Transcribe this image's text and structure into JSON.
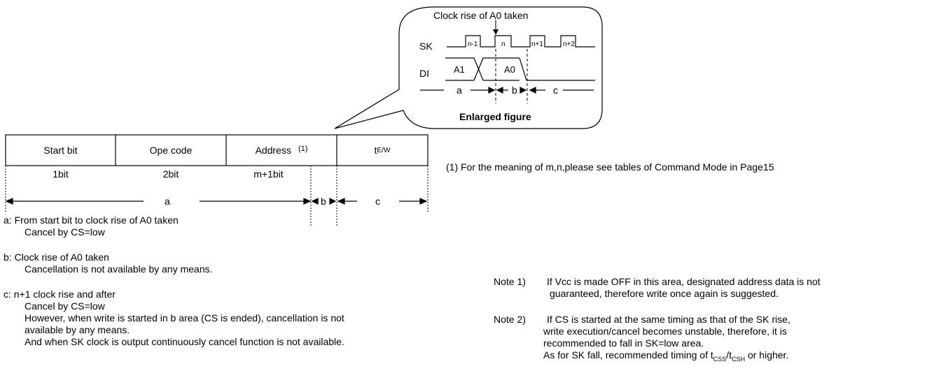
{
  "enlarged": {
    "title": "Clock rise of A0 taken",
    "sk_label": "SK",
    "di_label": "DI",
    "pulses": [
      "n-1",
      "n",
      "n+1",
      "n+2"
    ],
    "di_a1": "A1",
    "di_a0": "A0",
    "seg_a": "a",
    "seg_b": "b",
    "seg_c": "c",
    "caption": "Enlarged figure"
  },
  "frame": {
    "start_bit": "Start bit",
    "ope_code": "Ope code",
    "address": "Address",
    "address_note": "(1)",
    "tew_main": "t",
    "tew_sub": "E/W",
    "bits": [
      "1bit",
      "2bit",
      "m+1bit"
    ]
  },
  "segments": {
    "a": "a",
    "b": "b",
    "c": "c"
  },
  "footnote": "(1) For the meaning of m,n,please see tables of Command Mode in Page15",
  "descriptions": {
    "a_title": "a: From start bit to clock rise of A0 taken",
    "a_line1": "Cancel by CS=low",
    "b_title": "b: Clock rise of A0 taken",
    "b_line1": "Cancellation is not available by any means.",
    "c_title": "c: n+1 clock rise and after",
    "c_line1": "Cancel by CS=low",
    "c_line2": "However, when write is started in b area (CS is ended), cancellation is not",
    "c_line3": "available by any means.",
    "c_line4": "And when SK clock is output continuously cancel function is not available."
  },
  "notes": {
    "n1_label": "Note 1)",
    "n1_line1": "If Vcc is made OFF in this area, designated address data is not",
    "n1_line2": "guaranteed, therefore write once again is suggested.",
    "n2_label": "Note 2)",
    "n2_line1": "If CS is started at the same timing as that of the SK rise,",
    "n2_line2": "write execution/cancel becomes unstable, therefore, it is",
    "n2_line3": "recommended to fall in SK=low area.",
    "n2_line4_pre": "As for SK fall, recommended timing of t",
    "n2_line4_sub1": "CSS",
    "n2_line4_mid": "/t",
    "n2_line4_sub2": "CSH",
    "n2_line4_post": " or higher."
  }
}
